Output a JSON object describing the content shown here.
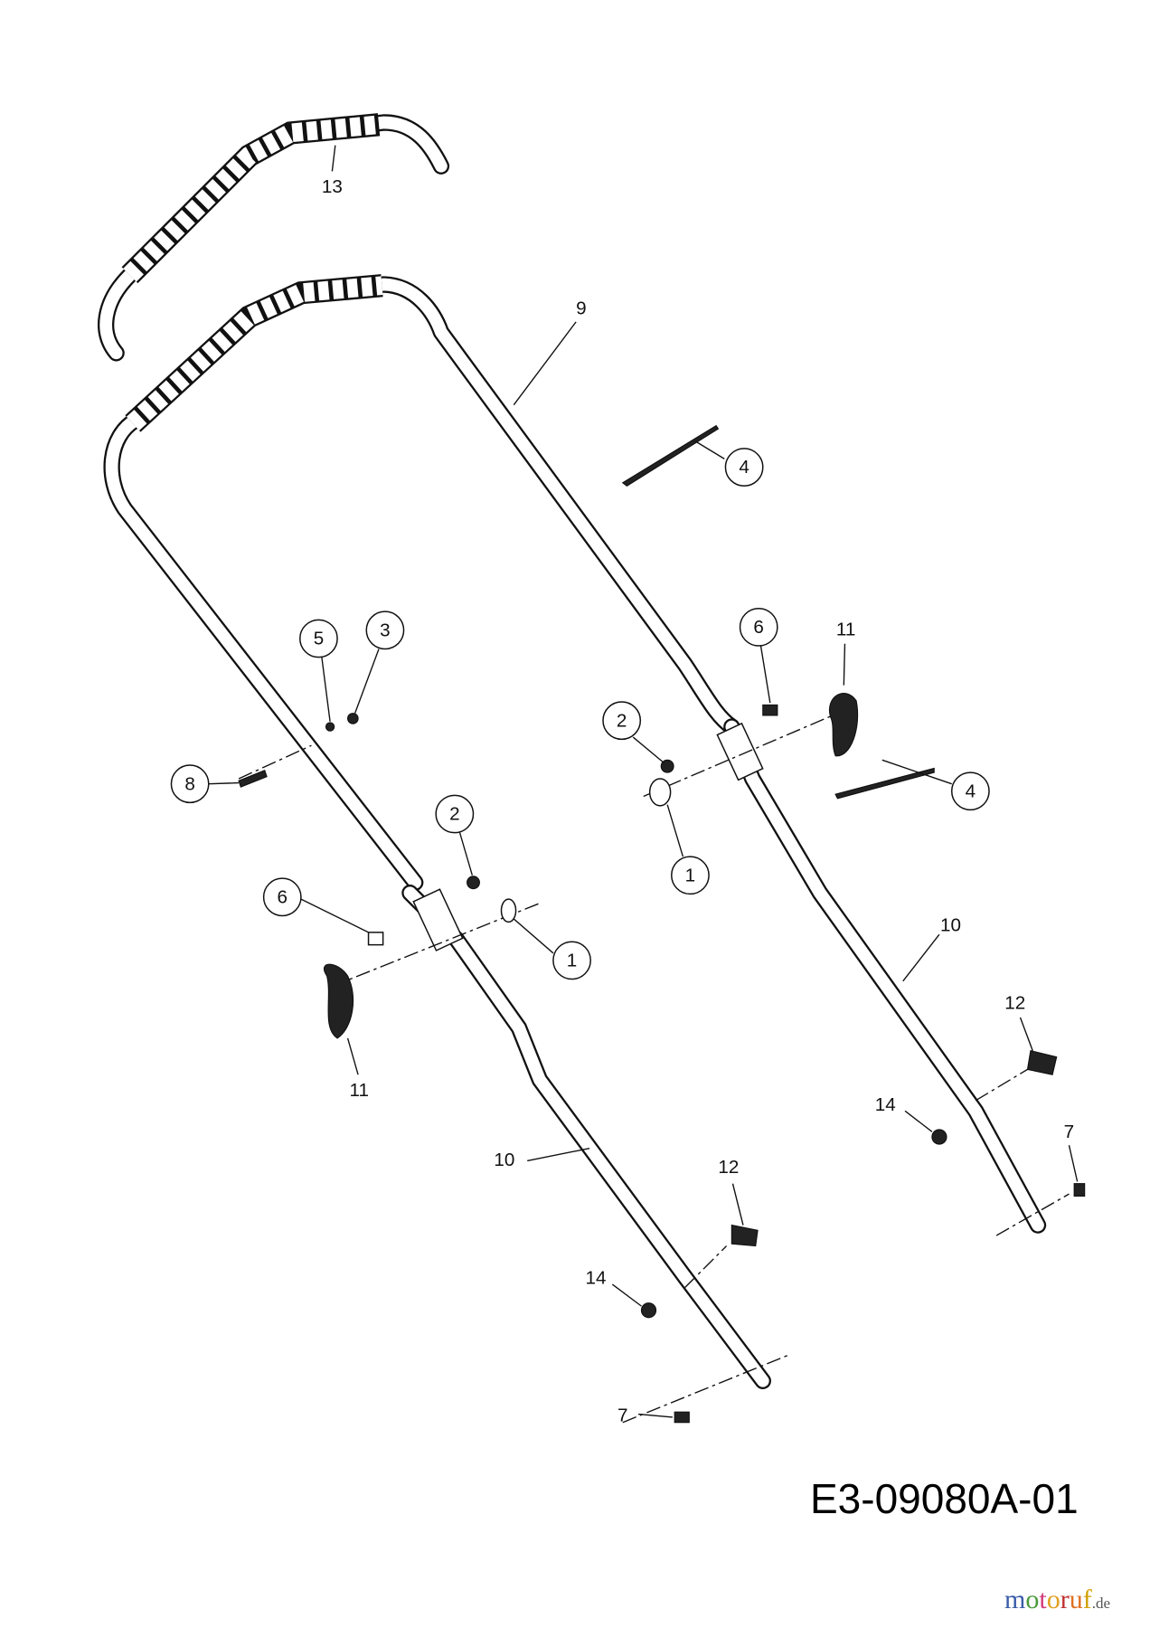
{
  "diagram": {
    "code": "E3-09080A-01",
    "logo": "motoruf.de",
    "labels": {
      "grip_upper": "13",
      "upper_handle": "9",
      "cable_tie_top": "4",
      "washer_5": "5",
      "nut_3": "3",
      "bolt_6_right": "6",
      "knob_11_right": "11",
      "nut_2_right": "2",
      "clip_8": "8",
      "cable_tie_right": "4",
      "nut_2_left": "2",
      "carriage_bolt_1_right": "1",
      "bolt_6_left": "6",
      "carriage_bolt_1_left": "1",
      "lower_handle_right": "10",
      "knob_11_left": "11",
      "knob_12_right": "12",
      "nut_14_right": "14",
      "screw_7_right": "7",
      "lower_handle_left": "10",
      "knob_12_left": "12",
      "nut_14_left": "14",
      "screw_7_left": "7"
    }
  }
}
